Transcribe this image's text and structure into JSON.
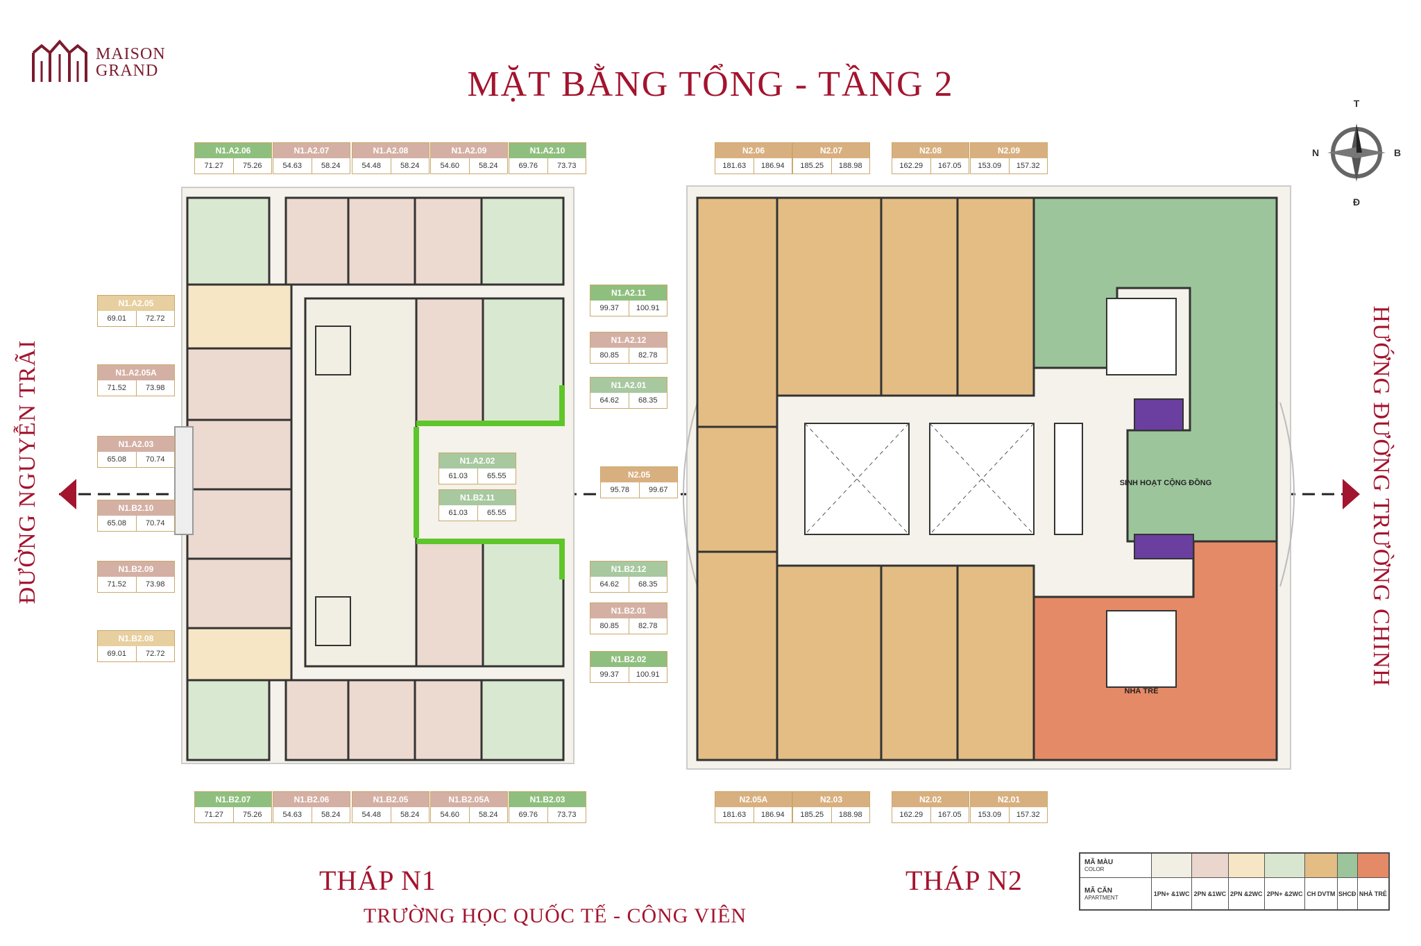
{
  "logo": {
    "line1": "MAISON",
    "line2": "GRAND"
  },
  "title": "MẶT BẰNG TỔNG - TẦNG 2",
  "towers": {
    "n1": "THÁP N1",
    "n2": "THÁP N2"
  },
  "bottom_label": "TRƯỜNG HỌC QUỐC TẾ - CÔNG VIÊN",
  "streets": {
    "left": "ĐƯỜNG NGUYỄN TRÃI",
    "right": "HƯỚNG ĐƯỜNG TRƯỜNG CHINH"
  },
  "compass": {
    "n": "N",
    "t": "T",
    "b": "B",
    "d": "Đ"
  },
  "rooms": {
    "community": "SINH HOẠT CỘNG ĐỒNG",
    "nursery": "NHÀ TRẺ"
  },
  "units_top": [
    {
      "code": "N1.A2.06",
      "a": "71.27",
      "b": "75.26",
      "color": "green"
    },
    {
      "code": "N1.A2.07",
      "a": "54.63",
      "b": "58.24",
      "color": "pink"
    },
    {
      "code": "N1.A2.08",
      "a": "54.48",
      "b": "58.24",
      "color": "pink"
    },
    {
      "code": "N1.A2.09",
      "a": "54.60",
      "b": "58.24",
      "color": "pink"
    },
    {
      "code": "N1.A2.10",
      "a": "69.76",
      "b": "73.73",
      "color": "green"
    }
  ],
  "units_bottom": [
    {
      "code": "N1.B2.07",
      "a": "71.27",
      "b": "75.26",
      "color": "green"
    },
    {
      "code": "N1.B2.06",
      "a": "54.63",
      "b": "58.24",
      "color": "pink"
    },
    {
      "code": "N1.B2.05",
      "a": "54.48",
      "b": "58.24",
      "color": "pink"
    },
    {
      "code": "N1.B2.05A",
      "a": "54.60",
      "b": "58.24",
      "color": "pink"
    },
    {
      "code": "N1.B2.03",
      "a": "69.76",
      "b": "73.73",
      "color": "green"
    }
  ],
  "units_left": [
    {
      "code": "N1.A2.05",
      "a": "69.01",
      "b": "72.72",
      "color": "cream"
    },
    {
      "code": "N1.A2.05A",
      "a": "71.52",
      "b": "73.98",
      "color": "pink"
    },
    {
      "code": "N1.A2.03",
      "a": "65.08",
      "b": "70.74",
      "color": "pink"
    },
    {
      "code": "N1.B2.10",
      "a": "65.08",
      "b": "70.74",
      "color": "pink"
    },
    {
      "code": "N1.B2.09",
      "a": "71.52",
      "b": "73.98",
      "color": "pink"
    },
    {
      "code": "N1.B2.08",
      "a": "69.01",
      "b": "72.72",
      "color": "cream"
    }
  ],
  "units_right": [
    {
      "code": "N1.A2.11",
      "a": "99.37",
      "b": "100.91",
      "color": "green"
    },
    {
      "code": "N1.A2.12",
      "a": "80.85",
      "b": "82.78",
      "color": "pink"
    },
    {
      "code": "N1.A2.01",
      "a": "64.62",
      "b": "68.35",
      "color": "sage"
    },
    {
      "code": "N1.B2.12",
      "a": "64.62",
      "b": "68.35",
      "color": "sage"
    },
    {
      "code": "N1.B2.01",
      "a": "80.85",
      "b": "82.78",
      "color": "pink"
    },
    {
      "code": "N1.B2.02",
      "a": "99.37",
      "b": "100.91",
      "color": "green"
    }
  ],
  "units_center": [
    {
      "code": "N1.A2.02",
      "a": "61.03",
      "b": "65.55",
      "color": "sage"
    },
    {
      "code": "N1.B2.11",
      "a": "61.03",
      "b": "65.55",
      "color": "sage"
    }
  ],
  "n2_top": [
    {
      "code": "N2.06",
      "a": "181.63",
      "b": "186.94",
      "color": "tan"
    },
    {
      "code": "N2.07",
      "a": "185.25",
      "b": "188.98",
      "color": "tan"
    },
    {
      "code": "N2.08",
      "a": "162.29",
      "b": "167.05",
      "color": "tan"
    },
    {
      "code": "N2.09",
      "a": "153.09",
      "b": "157.32",
      "color": "tan"
    }
  ],
  "n2_bottom": [
    {
      "code": "N2.05A",
      "a": "181.63",
      "b": "186.94",
      "color": "tan"
    },
    {
      "code": "N2.03",
      "a": "185.25",
      "b": "188.98",
      "color": "tan"
    },
    {
      "code": "N2.02",
      "a": "162.29",
      "b": "167.05",
      "color": "tan"
    },
    {
      "code": "N2.01",
      "a": "153.09",
      "b": "157.32",
      "color": "tan"
    }
  ],
  "n2_left": {
    "code": "N2.05",
    "a": "95.78",
    "b": "99.67",
    "color": "tan"
  },
  "legend": {
    "row1_label": "MÃ MÀU",
    "row1_sub": "COLOR",
    "row2_label": "MÃ CĂN",
    "row2_sub": "APARTMENT",
    "items": [
      {
        "label": "1PN+ &1WC",
        "color": "#f1efe3"
      },
      {
        "label": "2PN &1WC",
        "color": "#ead6cc"
      },
      {
        "label": "2PN &2WC",
        "color": "#f6e6c6"
      },
      {
        "label": "2PN+ &2WC",
        "color": "#d8e6cf"
      },
      {
        "label": "CH DVTM",
        "color": "#e3bd84"
      },
      {
        "label": "SHCĐ",
        "color": "#9cc59c"
      },
      {
        "label": "NHÀ TRẺ",
        "color": "#e58a66"
      }
    ]
  },
  "colors": {
    "brand": "#a3142e",
    "retail": "#e3bd84",
    "community": "#9cc59c",
    "nursery": "#e58a66",
    "purple": "#6b3fa0",
    "lime": "#5ec52a"
  }
}
